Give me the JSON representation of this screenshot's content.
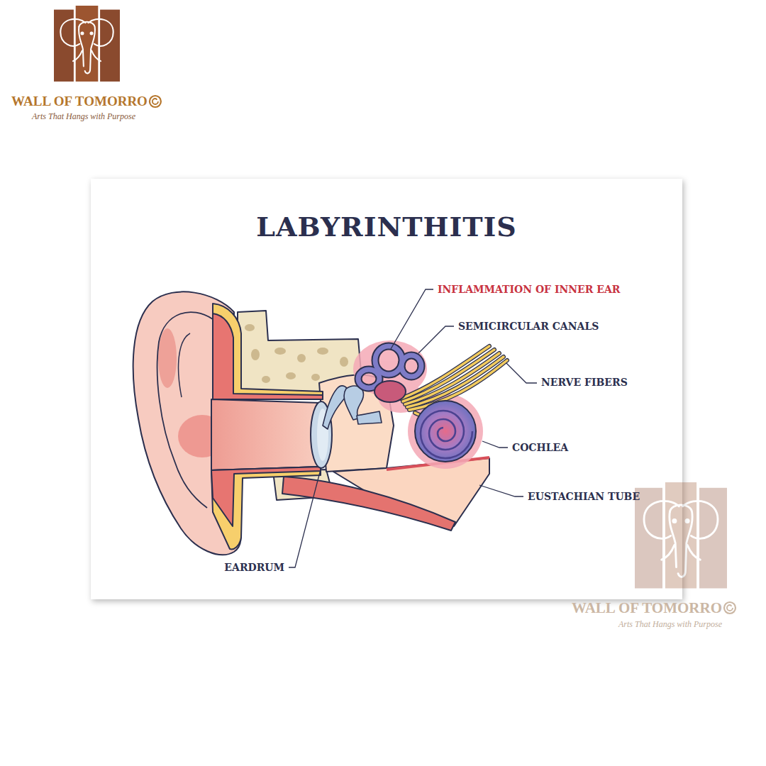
{
  "diagram": {
    "title": "LABYRINTHITIS",
    "labels": [
      "WALL OF TOMORRO",
      "Arts That Hangs with Purpose",
      "INFLAMMATION OF INNER EAR",
      "SEMICIRCULAR CANALS",
      "NERVE FIBERS",
      "COCHLEA",
      "EUSTACHIAN TUBE",
      "EARDRUM",
      "WALL OF TOMORRO",
      "Arts That Hangs with Purpose"
    ]
  }
}
